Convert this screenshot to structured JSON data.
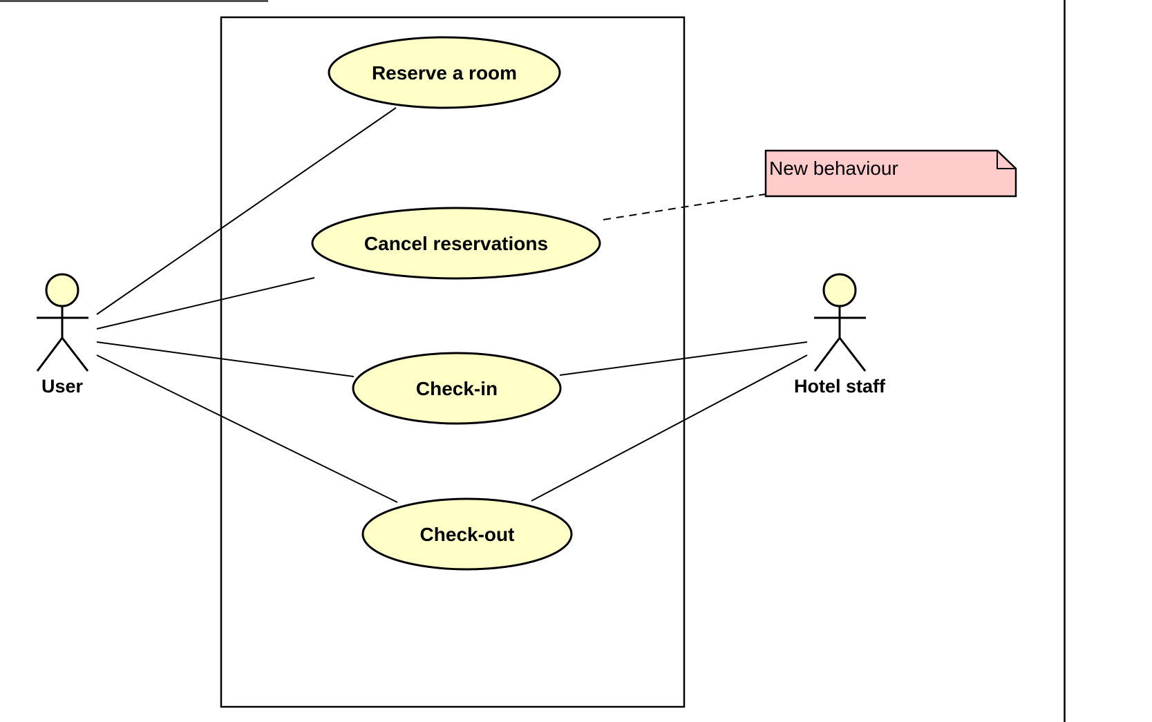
{
  "colors": {
    "usecase_fill": "#FFFFC8",
    "actor_fill": "#FFFFC8",
    "note_fill": "#FFCCCC",
    "stroke": "#000000"
  },
  "use_cases": [
    {
      "id": "reserve",
      "label": "Reserve a room"
    },
    {
      "id": "cancel",
      "label": "Cancel reservations"
    },
    {
      "id": "checkin",
      "label": "Check-in"
    },
    {
      "id": "checkout",
      "label": "Check-out"
    }
  ],
  "actors": [
    {
      "id": "user",
      "label": "User"
    },
    {
      "id": "staff",
      "label": "Hotel staff"
    }
  ],
  "note": {
    "text": "New behaviour",
    "attached_to": "cancel"
  },
  "associations": [
    {
      "actor": "user",
      "use_case": "reserve"
    },
    {
      "actor": "user",
      "use_case": "cancel"
    },
    {
      "actor": "user",
      "use_case": "checkin"
    },
    {
      "actor": "user",
      "use_case": "checkout"
    },
    {
      "actor": "staff",
      "use_case": "checkin"
    },
    {
      "actor": "staff",
      "use_case": "checkout"
    }
  ]
}
